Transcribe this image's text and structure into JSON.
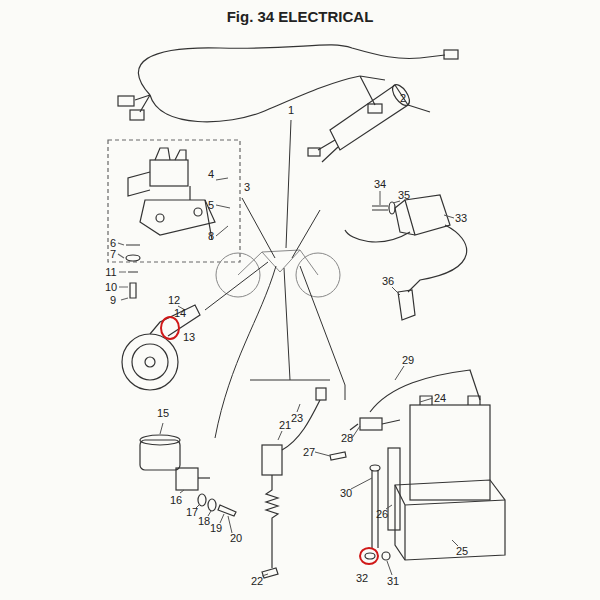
{
  "diagram": {
    "title": "Fig. 34 ELECTRICAL",
    "labels": [
      "1",
      "2",
      "3",
      "4",
      "5",
      "8",
      "6",
      "7",
      "11",
      "10",
      "9",
      "12",
      "14",
      "13",
      "15",
      "16",
      "17",
      "18",
      "19",
      "20",
      "21",
      "22",
      "23",
      "27",
      "28",
      "29",
      "24",
      "26",
      "30",
      "32",
      "31",
      "25",
      "33",
      "34",
      "35",
      "36"
    ]
  }
}
